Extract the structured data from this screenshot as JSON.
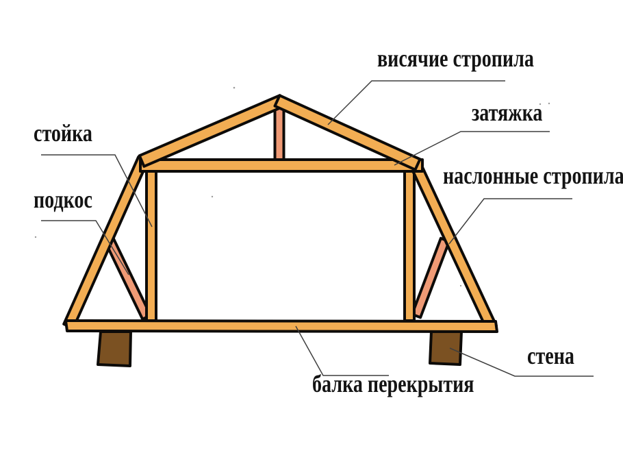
{
  "diagram": {
    "type": "roof-truss-structure-schematic",
    "language": "ru",
    "background": "#ffffff",
    "labels": {
      "hanging_rafters": "висячие стропила",
      "tie_beam": "затяжка",
      "post": "стойка",
      "inclined_rafters": "наслонные стропила",
      "brace": "подкос",
      "wall": "стена",
      "floor_beam": "балка перекрытия"
    },
    "colors": {
      "wood_orange": "#F2AD53",
      "wood_salmon": "#EF9A75",
      "wall_brown": "#7B5122",
      "outline_black": "#0d0b09",
      "leader_line": "#3f3f3f",
      "label_text": "#141414"
    }
  }
}
